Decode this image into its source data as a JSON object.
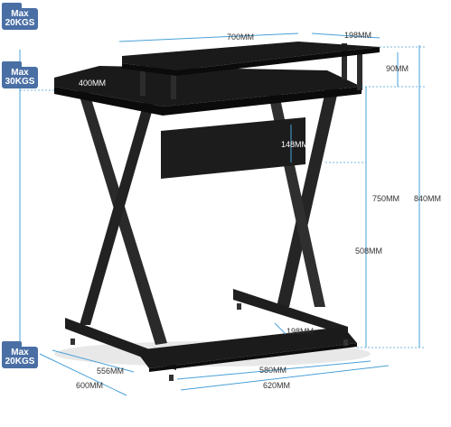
{
  "badges": {
    "top_shelf": {
      "line1": "Max",
      "line2": "20KGS"
    },
    "desktop": {
      "line1": "Max",
      "line2": "30KGS"
    },
    "bottom_shelf": {
      "line1": "Max",
      "line2": "20KGS"
    }
  },
  "dimensions": {
    "top_shelf_width": "700MM",
    "top_shelf_depth": "198MM",
    "top_shelf_height": "90MM",
    "desktop_depth": "400MM",
    "panel_height": "148MM",
    "desk_height": "750MM",
    "total_height": "840MM",
    "bottom_clearance": "508MM",
    "bottom_shelf_depth": "198MM",
    "inner_depth": "556MM",
    "outer_depth": "600MM",
    "inner_width": "580MM",
    "outer_width": "620MM"
  },
  "colors": {
    "badge": "#4a6fa5",
    "dimension_line": "#4aa0d8",
    "desk": "#1e1e1e"
  }
}
